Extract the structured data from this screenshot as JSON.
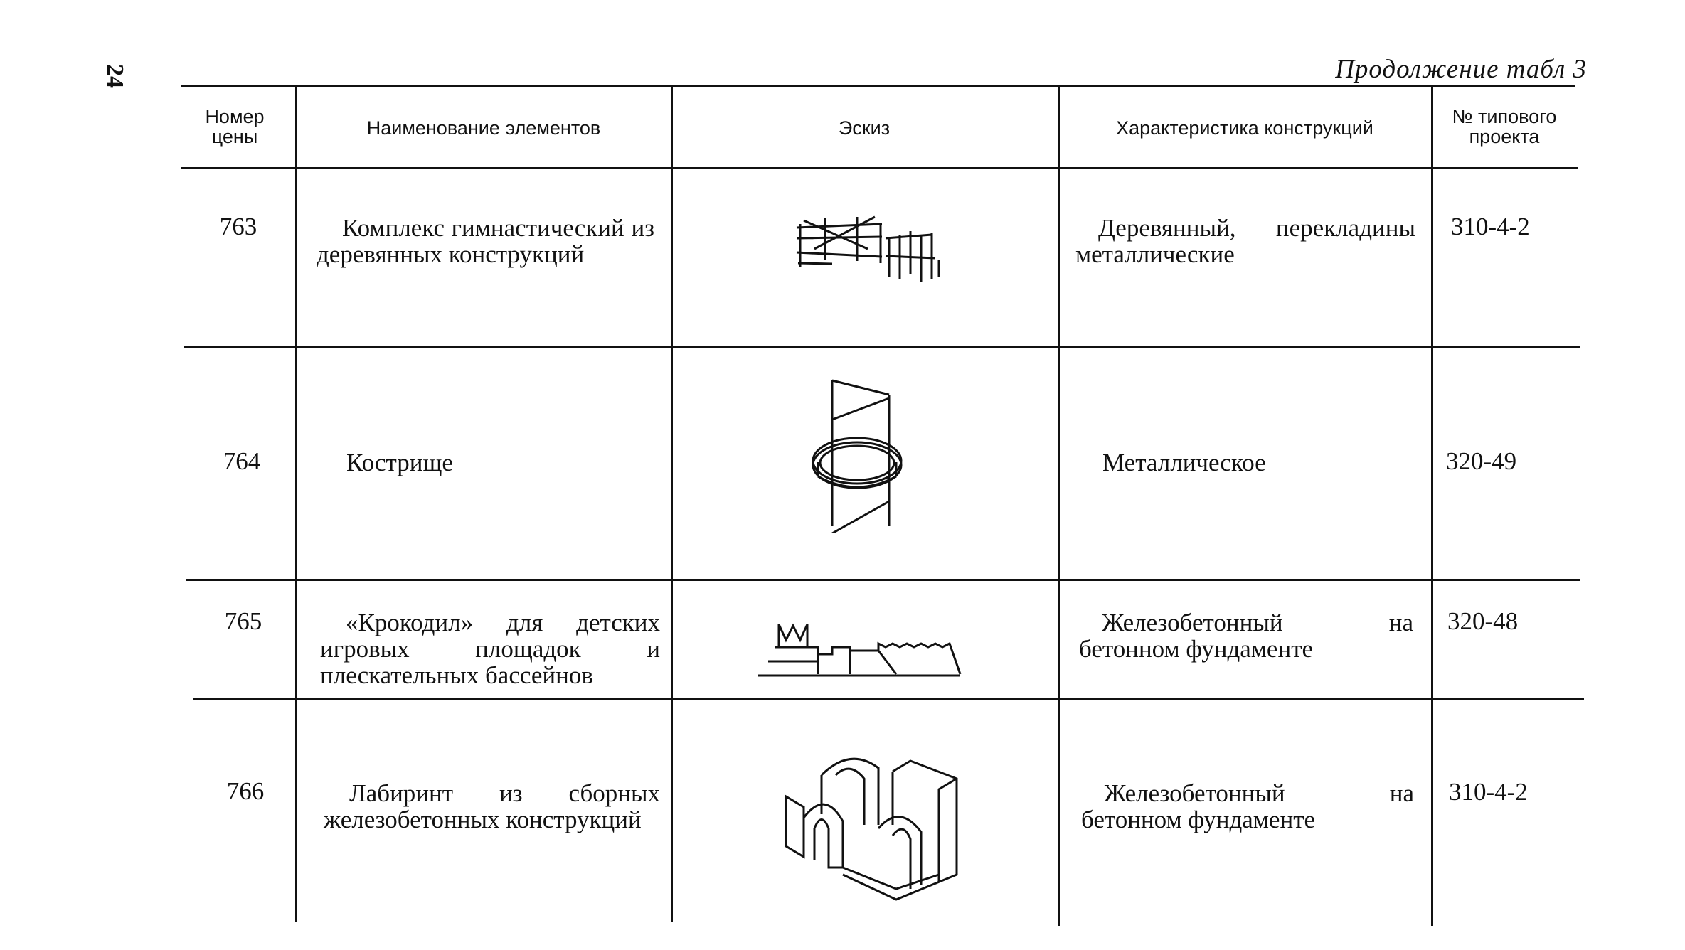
{
  "page": {
    "number": "24",
    "continuation": "Продолжение табл 3"
  },
  "table": {
    "headers": {
      "number": "Номер цены",
      "name": "Наименование элементов",
      "sketch": "Эскиз",
      "characteristic": "Характеристика конструкций",
      "project": "№ типового проекта"
    },
    "rows": [
      {
        "number": "763",
        "name": "Комплекс гимнастический из деревянных конструкций",
        "sketch_icon": "gymnastic-complex-sketch",
        "characteristic": "Деревянный, перекладины металлические",
        "project": "310-4-2"
      },
      {
        "number": "764",
        "name": "Кострище",
        "sketch_icon": "campfire-ring-sketch",
        "characteristic": "Металлическое",
        "project": "320-49"
      },
      {
        "number": "765",
        "name": "«Крокодил» для детских игровых площадок и плескательных бассейнов",
        "sketch_icon": "crocodile-sketch",
        "characteristic": "Железобетонный на бетонном фундаменте",
        "project": "320-48"
      },
      {
        "number": "766",
        "name": "Лабиринт из сборных железобетонных конструкций",
        "sketch_icon": "labyrinth-sketch",
        "characteristic": "Железобетонный на бетонном фундаменте",
        "project": "310-4-2"
      }
    ]
  }
}
